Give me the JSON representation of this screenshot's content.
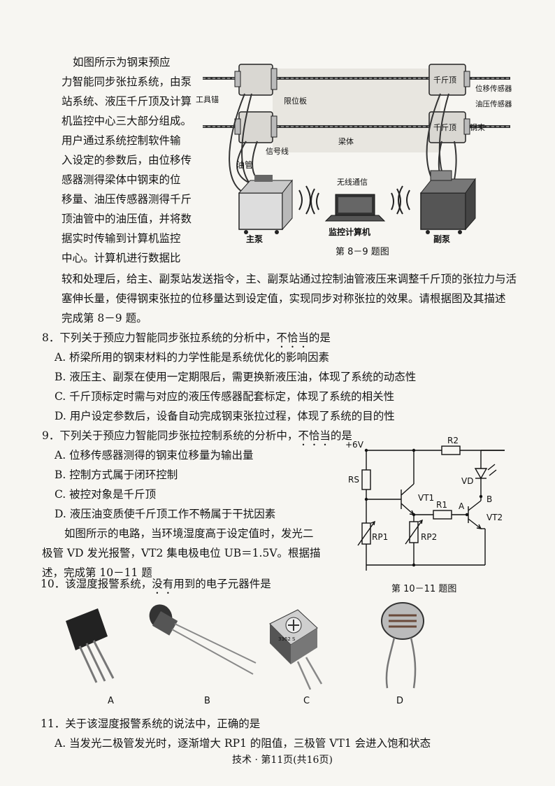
{
  "intro": {
    "lines": [
      "如图所示为钢束预应",
      "力智能同步张拉系统，由泵",
      "站系统、液压千斤顶及计算",
      "机监控中心三大部分组成。",
      "用户通过系统控制软件输",
      "入设定的参数后，由位移传",
      "感器测得梁体中钢束的位",
      "移量、油压传感器测得千斤",
      "顶油管中的油压值，并将数",
      "据实时传输到计算机监控",
      "中心。计算机进行数据比"
    ],
    "full_lines": [
      "较和处理后，给主、副泵站发送指令，主、副泵站通过控制油管液压来调整千斤顶的张拉力与活",
      "塞伸长量，使得钢束张拉的位移量达到设定值，实现同步对称张拉的效果。请根据图及其描述",
      "完成第 8－9 题。"
    ]
  },
  "figure89": {
    "caption": "第 8－9 题图",
    "labels": {
      "tool_anchor": "工具锚",
      "limit_plate": "限位板",
      "jack": "千斤顶",
      "disp_sensor": "位移传感器",
      "oil_sensor": "油压传感器",
      "steel_strand": "钢束",
      "beam": "梁体",
      "signal_line": "信号线",
      "oil_pipe": "油管",
      "wireless": "无线通信",
      "main_pump": "主泵",
      "computer": "监控计算机",
      "sub_pump": "副泵"
    }
  },
  "q8": {
    "stem_pre": "8．下列关于预应力智能同步张拉系统的分析中，",
    "stem_emph": "不恰当",
    "stem_post": "的是",
    "options": [
      "A. 桥梁所用的钢束材料的力学性能是系统优化的影响因素",
      "B. 液压主、副泵在使用一定期限后，需更换新液压油，体现了系统的动态性",
      "C. 千斤顶标定时需与对应的液压传感器配套标定，体现了系统的相关性",
      "D. 用户设定参数后，设备自动完成钢束张拉过程，体现了系统的目的性"
    ]
  },
  "q9": {
    "stem_pre": "9．下列关于预应力智能同步张拉控制系统的分析中，",
    "stem_emph": "不恰当",
    "stem_post": "的是",
    "options": [
      "A. 位移传感器测得的钢束位移量为输出量",
      "B. 控制方式属于闭环控制",
      "C. 被控对象是千斤顶",
      "D. 液压油变质使千斤顶工作不畅属于干扰因素"
    ]
  },
  "circuit_intro": [
    "如图所示的电路，当环境湿度高于设定值时，发光二",
    "极管 VD 发光报警，VT2 集电极电位 UB＝1.5V。根据描",
    "述，完成第 10－11 题"
  ],
  "circuit": {
    "caption": "第 10－11 题图",
    "supply": "+6V",
    "R2": "R2",
    "RS": "RS",
    "VD": "VD",
    "VT1": "VT1",
    "R1": "R1",
    "A": "A",
    "B": "B",
    "VT2": "VT2",
    "RP1": "RP1",
    "RP2": "RP2"
  },
  "q10": {
    "stem_pre": "10．该湿度报警系统，",
    "stem_emph": "没有",
    "stem_post": "用到的电子元器件是",
    "choices": [
      "A",
      "B",
      "C",
      "D"
    ],
    "component_text": "3362 S"
  },
  "q11": {
    "stem": "11．关于该湿度报警系统的说法中，正确的是",
    "optionA": "A. 当发光二极管发光时，逐渐增大 RP1 的阻值，三极管 VT1 会进入饱和状态"
  },
  "footer": "技术 · 第11页(共16页)"
}
